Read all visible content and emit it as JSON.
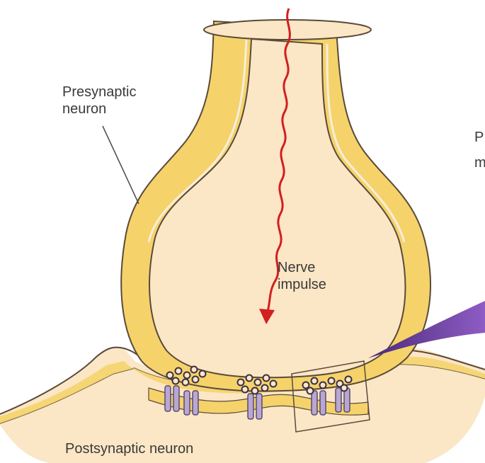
{
  "labels": {
    "presynaptic": "Presynaptic\nneuron",
    "nerve_impulse": "Nerve\nimpulse",
    "postsynaptic": "Postsynaptic neuron",
    "cut_off": "P\nm"
  },
  "colors": {
    "membrane_yellow": "#f5d36a",
    "membrane_edge": "#c9a030",
    "cytoplasm": "#fbe6c6",
    "impulse_red": "#d21f1f",
    "vesicle": "#5b4a6b",
    "channel": "#8a6fa5",
    "callout_purple": "#6b3fa0",
    "outline": "#5a4a3a"
  }
}
